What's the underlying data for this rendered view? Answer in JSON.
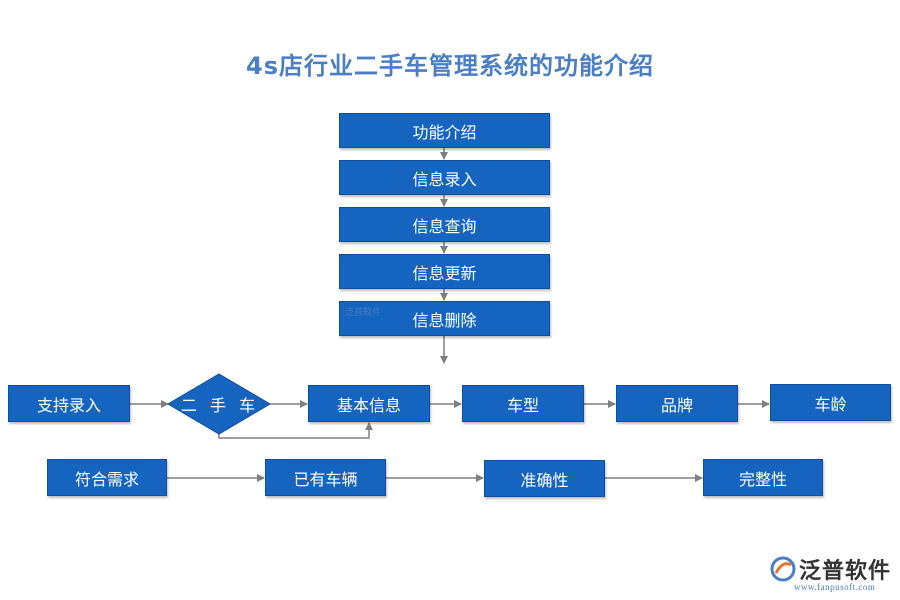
{
  "title": "4s店行业二手车管理系统的功能介绍",
  "vertical_flow": [
    "功能介绍",
    "信息录入",
    "信息查询",
    "信息更新",
    "信息删除"
  ],
  "row1": {
    "start": "支持录入",
    "decision": "二 手 车",
    "items": [
      "基本信息",
      "车型",
      "品牌",
      "车龄"
    ]
  },
  "row2": [
    "符合需求",
    "已有车辆",
    "准确性",
    "完整性"
  ],
  "watermark": {
    "small_text": "泛普软件",
    "logo_text": "泛普软件",
    "url": "www.fanpusoft.com"
  },
  "colors": {
    "box": "#1565c0",
    "title": "#4a7ec7",
    "connector": "#7f7f7f"
  }
}
